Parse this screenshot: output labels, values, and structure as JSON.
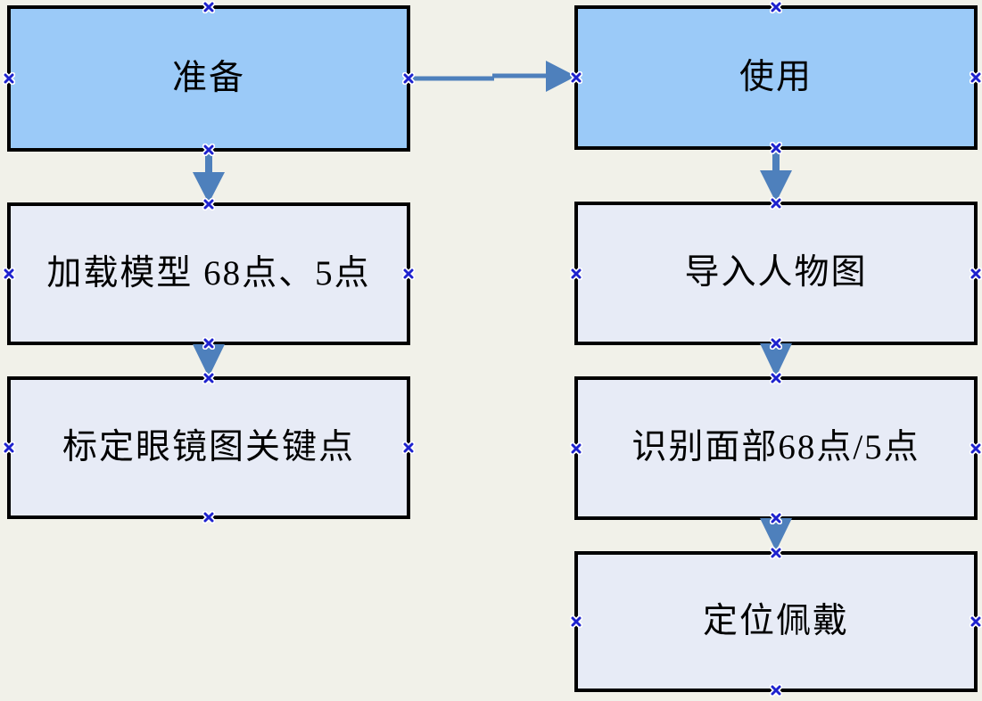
{
  "page": {
    "background": "#F1F1E9"
  },
  "palette": {
    "header_fill": "#9BCAF8",
    "step_fill": "#E7EBF6",
    "box_border": "#000000",
    "arrow_fill": "#4E80BC",
    "marker_color": "#1E22CE",
    "marker_halo": "#FFFFFF"
  },
  "flowchart": {
    "nodes": [
      {
        "id": "prepare",
        "label": "准备",
        "type": "header",
        "column": "left",
        "row": 1
      },
      {
        "id": "load-model",
        "label": "加载模型 68点、5点",
        "type": "step",
        "column": "left",
        "row": 2
      },
      {
        "id": "calibrate-glasses-keypoints",
        "label": "标定眼镜图关键点",
        "type": "step",
        "column": "left",
        "row": 3
      },
      {
        "id": "use",
        "label": "使用",
        "type": "header",
        "column": "right",
        "row": 1
      },
      {
        "id": "import-portrait",
        "label": "导入人物图",
        "type": "step",
        "column": "right",
        "row": 2
      },
      {
        "id": "detect-face-points",
        "label": "识别面部68点/5点",
        "type": "step",
        "column": "right",
        "row": 3
      },
      {
        "id": "position-wear",
        "label": "定位佩戴",
        "type": "step",
        "column": "right",
        "row": 4
      }
    ],
    "edges": [
      {
        "from": "prepare",
        "to": "use",
        "direction": "right"
      },
      {
        "from": "prepare",
        "to": "load-model",
        "direction": "down"
      },
      {
        "from": "load-model",
        "to": "calibrate-glasses-keypoints",
        "direction": "down"
      },
      {
        "from": "use",
        "to": "import-portrait",
        "direction": "down"
      },
      {
        "from": "import-portrait",
        "to": "detect-face-points",
        "direction": "down"
      },
      {
        "from": "detect-face-points",
        "to": "position-wear",
        "direction": "down"
      }
    ]
  }
}
